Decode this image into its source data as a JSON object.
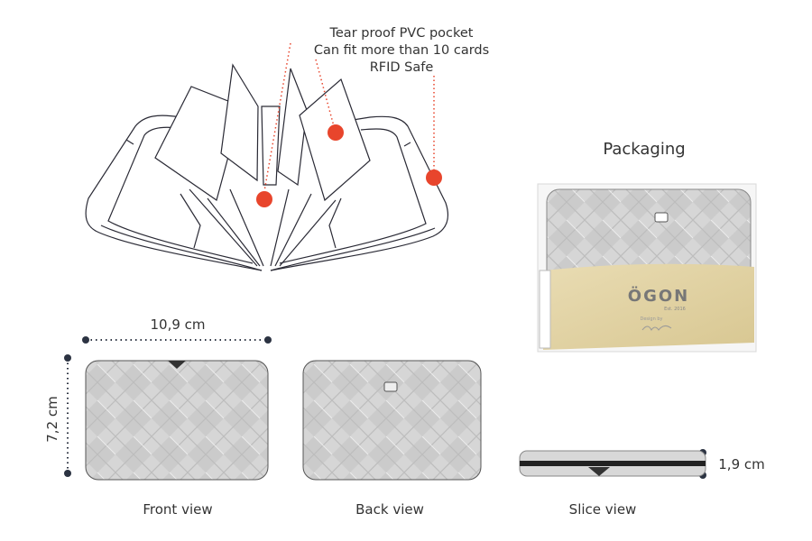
{
  "callout": {
    "lines": [
      "Tear proof PVC pocket",
      "Can fit more than 10 cards",
      "RFID Safe"
    ],
    "marker_color": "#e8452c"
  },
  "packaging": {
    "title": "Packaging",
    "brand_logo": "ÖGON",
    "brand_tagline": "Est. 2016",
    "designer_line": "Design by"
  },
  "dimensions": {
    "width": "10,9 cm",
    "height": "7,2 cm",
    "thickness": "1,9 cm"
  },
  "views": {
    "front": "Front view",
    "back": "Back view",
    "slice": "Slice view"
  },
  "colors": {
    "wallet_silver": "#d4d4d4",
    "packaging_gold": "#e2d3a6",
    "dimension_marker": "#2c3342"
  }
}
